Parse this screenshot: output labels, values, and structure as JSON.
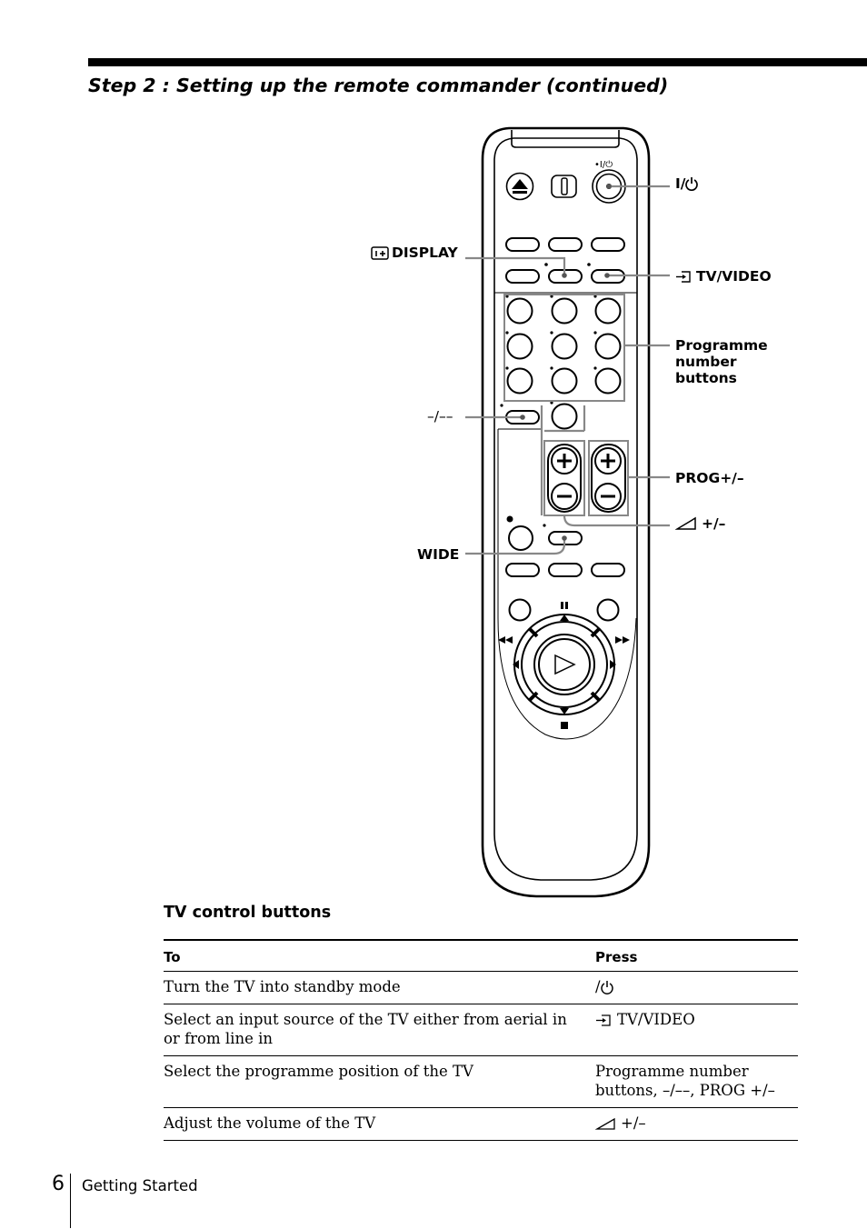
{
  "heading": "Step 2 : Setting up the remote commander (continued)",
  "callouts": {
    "power": "I/",
    "display": "DISPLAY",
    "tv_video": "TV/VIDEO",
    "programme": "Programme number buttons",
    "dash": "–/––",
    "prog": "PROG+/–",
    "volume": "+/–",
    "wide": "WIDE"
  },
  "section_title": "TV control buttons",
  "table": {
    "headers": {
      "to": "To",
      "press": "Press"
    },
    "rows": [
      {
        "to": "Turn the TV into standby mode",
        "press": "/"
      },
      {
        "to": "Select an input source of the TV either from aerial in or from line in",
        "press": "TV/VIDEO"
      },
      {
        "to": "Select the programme position of the TV",
        "press": "Programme number buttons, –/––, PROG +/–"
      },
      {
        "to": "Adjust the volume of the TV",
        "press": "+/–"
      }
    ]
  },
  "footer": {
    "page_number": "6",
    "section": "Getting Started"
  }
}
